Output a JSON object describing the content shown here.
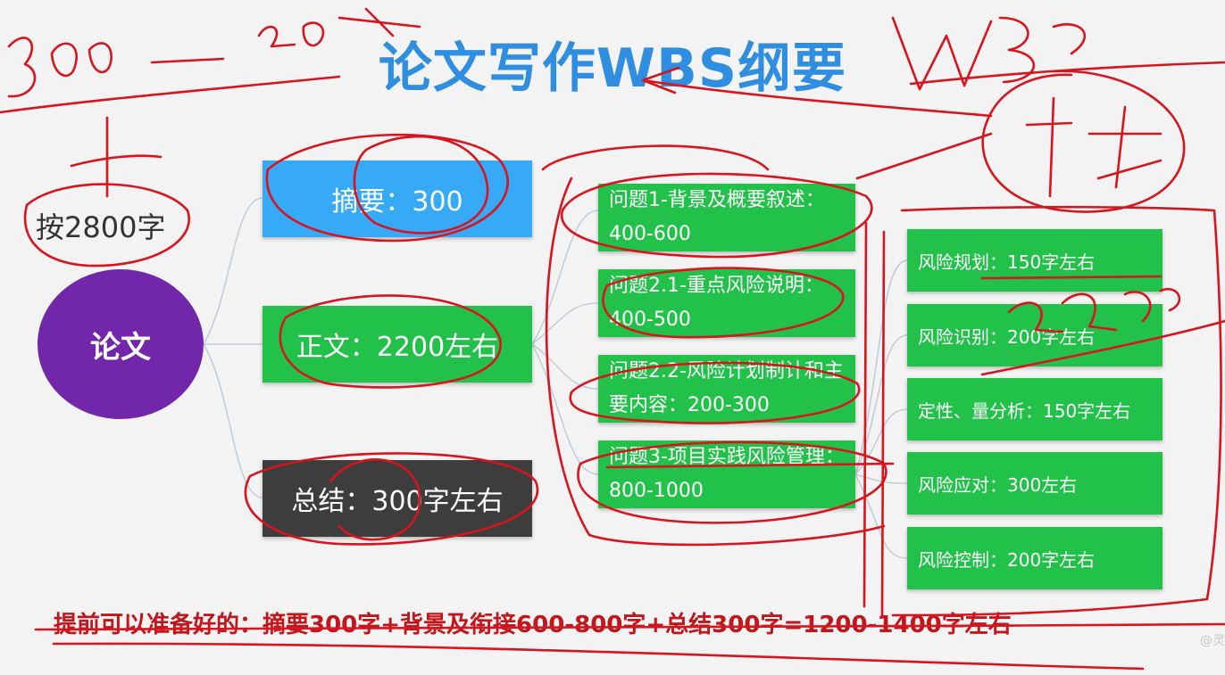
{
  "title": "论文写作WBS纲要",
  "annotation_2800": "按2800字",
  "root": "论文",
  "level1": [
    {
      "label": "摘要：300",
      "color": "#36a9f7"
    },
    {
      "label": "正文：2200左右",
      "color": "#22c14a"
    },
    {
      "label": "总结：300字左右",
      "color": "#3d3d3d"
    }
  ],
  "level2": [
    {
      "label": "问题1-背景及概要叙述：400-600"
    },
    {
      "label": "问题2.1-重点风险说明：400-500"
    },
    {
      "label": "问题2.2-风险计划制计和主要内容：200-300"
    },
    {
      "label": "问题3-项目实践风险管理：800-1000"
    }
  ],
  "level3": [
    {
      "label": "风险规划：150字左右"
    },
    {
      "label": "风险识别：200字左右"
    },
    {
      "label": "定性、量分析：150字左右"
    },
    {
      "label": "风险应对：300左右"
    },
    {
      "label": "风险控制：200字左右"
    }
  ],
  "footer": "提前可以准备好的：摘要300字+背景及衔接600-800字+总结300字=1200-1400字左右",
  "watermark": "@灵",
  "colors": {
    "title": "#2f8ee0",
    "root": "#7226a9",
    "green": "#22c14a",
    "ink": "#d8141e"
  }
}
